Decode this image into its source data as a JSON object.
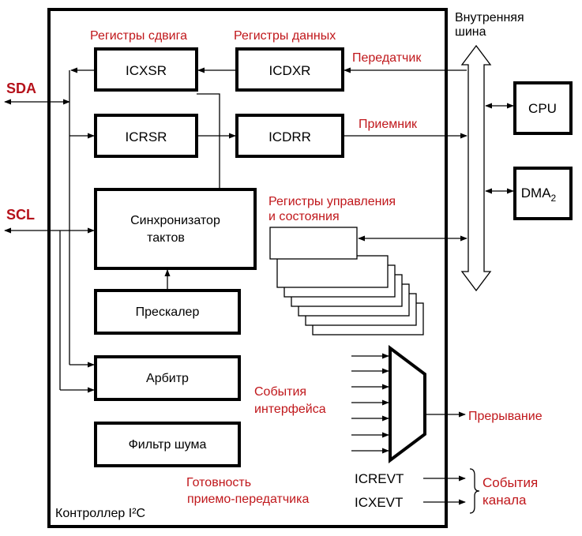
{
  "controller_label": "Контроллер I²C",
  "internal_bus": {
    "line1": "Внутренняя",
    "line2": "шина"
  },
  "pins": {
    "sda": "SDA",
    "scl": "SCL"
  },
  "group_labels": {
    "shift_registers": "Регистры сдвига",
    "data_registers": "Регистры данных",
    "transmitter": "Передатчик",
    "receiver": "Приемник",
    "control_status_1": "Регистры управления",
    "control_status_2": "и состояния",
    "interface_events_1": "События",
    "interface_events_2": "интерфейса",
    "interrupt": "Прерывание",
    "ready_1": "Готовность",
    "ready_2": "приемо-передатчика",
    "channel_events_1": "События",
    "channel_events_2": "канала"
  },
  "blocks": {
    "icxsr": "ICXSR",
    "icdxr": "ICDXR",
    "icrsr": "ICRSR",
    "icdrr": "ICDRR",
    "sync_1": "Синхронизатор",
    "sync_2": "тактов",
    "prescaler": "Прескалер",
    "arbiter": "Арбитр",
    "noise_filter": "Фильтр шума",
    "cpu": "CPU",
    "dma": "DMA",
    "dma_sub": "2"
  },
  "signals": {
    "icrevt": "ICREVT",
    "icxevt": "ICXEVT"
  },
  "colors": {
    "accent_red": "#c0171b",
    "line": "#000000",
    "background": "#ffffff"
  }
}
